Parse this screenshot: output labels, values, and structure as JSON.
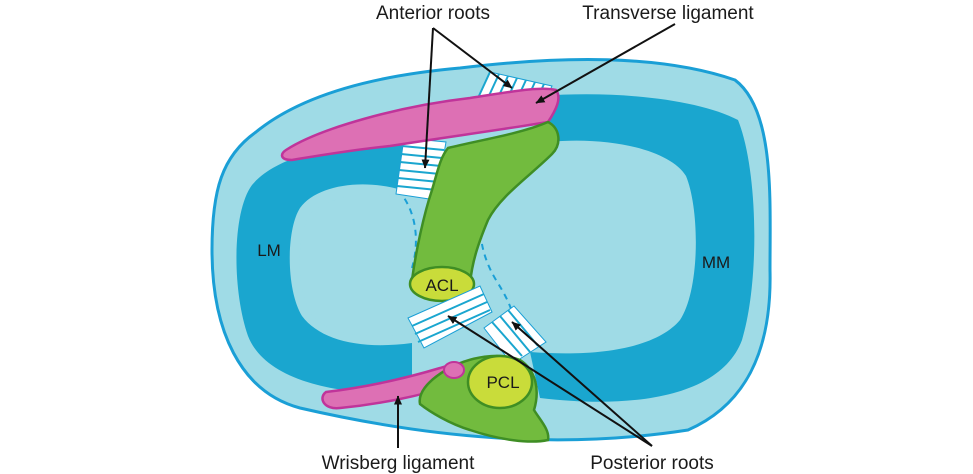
{
  "labels": {
    "anterior_roots": "Anterior roots",
    "transverse_ligament": "Transverse ligament",
    "lateral_meniscus": "LM",
    "medial_meniscus": "MM",
    "acl": "ACL",
    "pcl": "PCL",
    "wrisberg_ligament": "Wrisberg ligament",
    "posterior_roots": "Posterior roots"
  },
  "colors": {
    "plateau": "#9fdbe6",
    "meniscus": "#1aa6cf",
    "outline": "#1a9fd6",
    "ligament_pink": "#dd70b4",
    "ligament_pink_stroke": "#c0349a",
    "cruciate_green": "#72bb3e",
    "cruciate_green_stroke": "#3f8e24",
    "insertion_yellow": "#c9dc3a",
    "root_stripes": "#ffffff"
  }
}
